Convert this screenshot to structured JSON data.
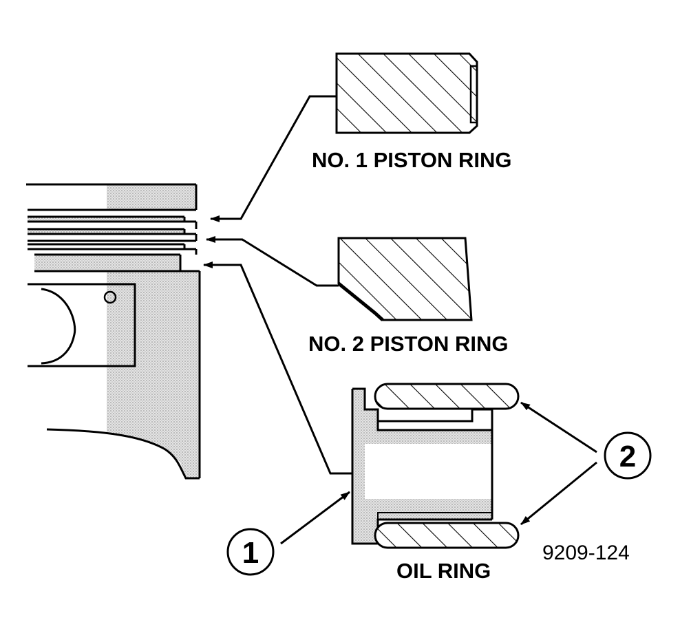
{
  "labels": {
    "ring1": "NO. 1 PISTON RING",
    "ring2": "NO. 2 PISTON RING",
    "oil_ring": "OIL RING",
    "figure_id": "9209-124"
  },
  "callouts": {
    "item1": "1",
    "item2": "2"
  },
  "colors": {
    "line": "#000000",
    "stipple": "#c8c8c8",
    "background": "#ffffff"
  }
}
